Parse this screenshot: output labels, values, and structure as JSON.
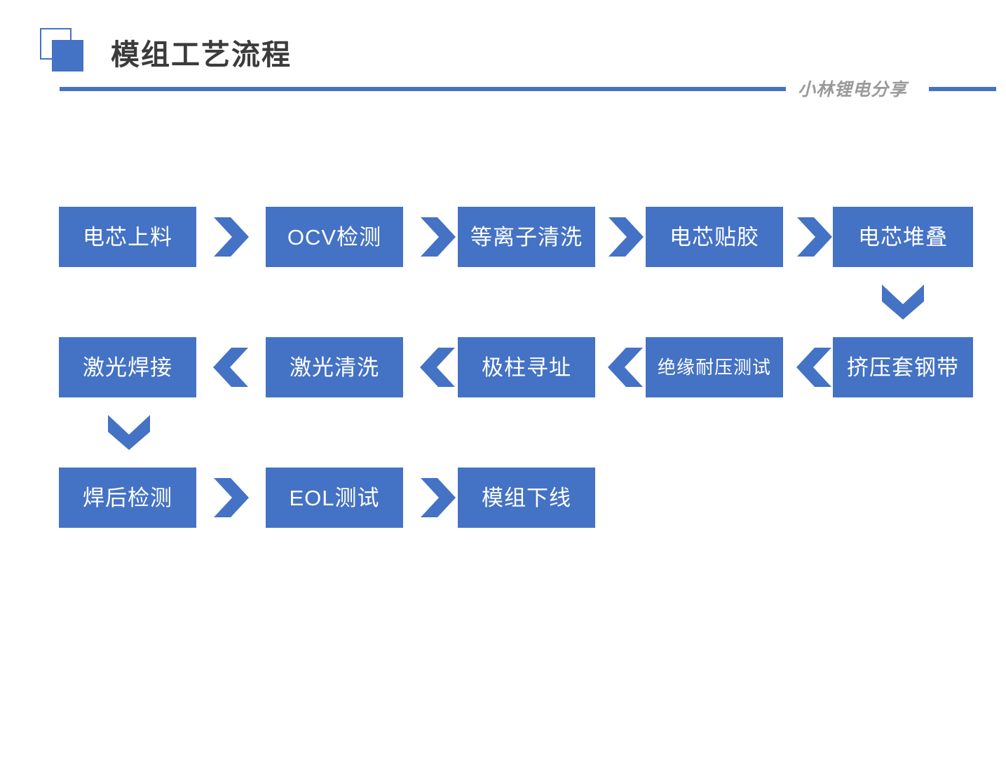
{
  "header": {
    "title": "模组工艺流程",
    "watermark": "小林锂电分享",
    "logo_icon": "double-square-logo",
    "accent_color": "#4472C4",
    "title_color": "#3B3B3B",
    "watermark_color": "#9A9A9A"
  },
  "chart_data": {
    "type": "diagram",
    "title": "模组工艺流程",
    "node_fill": "#4472C4",
    "node_text_color": "#FFFFFF",
    "rows": [
      {
        "direction": "left-to-right",
        "connector_icon": "chevron-right-icon",
        "nodes": [
          {
            "label": "电芯上料"
          },
          {
            "label": "OCV检测"
          },
          {
            "label": "等离子清洗"
          },
          {
            "label": "电芯贴胶"
          },
          {
            "label": "电芯堆叠"
          }
        ]
      },
      {
        "direction": "right-to-left",
        "connector_icon": "chevron-left-icon",
        "nodes": [
          {
            "label": "激光焊接"
          },
          {
            "label": "激光清洗"
          },
          {
            "label": "极柱寻址"
          },
          {
            "label": "绝缘耐压测试"
          },
          {
            "label": "挤压套钢带"
          }
        ]
      },
      {
        "direction": "left-to-right",
        "connector_icon": "chevron-right-icon",
        "nodes": [
          {
            "label": "焊后检测"
          },
          {
            "label": "EOL测试"
          },
          {
            "label": "模组下线"
          }
        ]
      }
    ],
    "row_connectors": [
      {
        "from_row": 1,
        "to_row": 2,
        "side": "right",
        "icon": "chevron-down-icon"
      },
      {
        "from_row": 2,
        "to_row": 3,
        "side": "left",
        "icon": "chevron-down-icon"
      }
    ],
    "sequence": [
      "电芯上料",
      "OCV检测",
      "等离子清洗",
      "电芯贴胶",
      "电芯堆叠",
      "挤压套钢带",
      "绝缘耐压测试",
      "极柱寻址",
      "激光清洗",
      "激光焊接",
      "焊后检测",
      "EOL测试",
      "模组下线"
    ]
  }
}
